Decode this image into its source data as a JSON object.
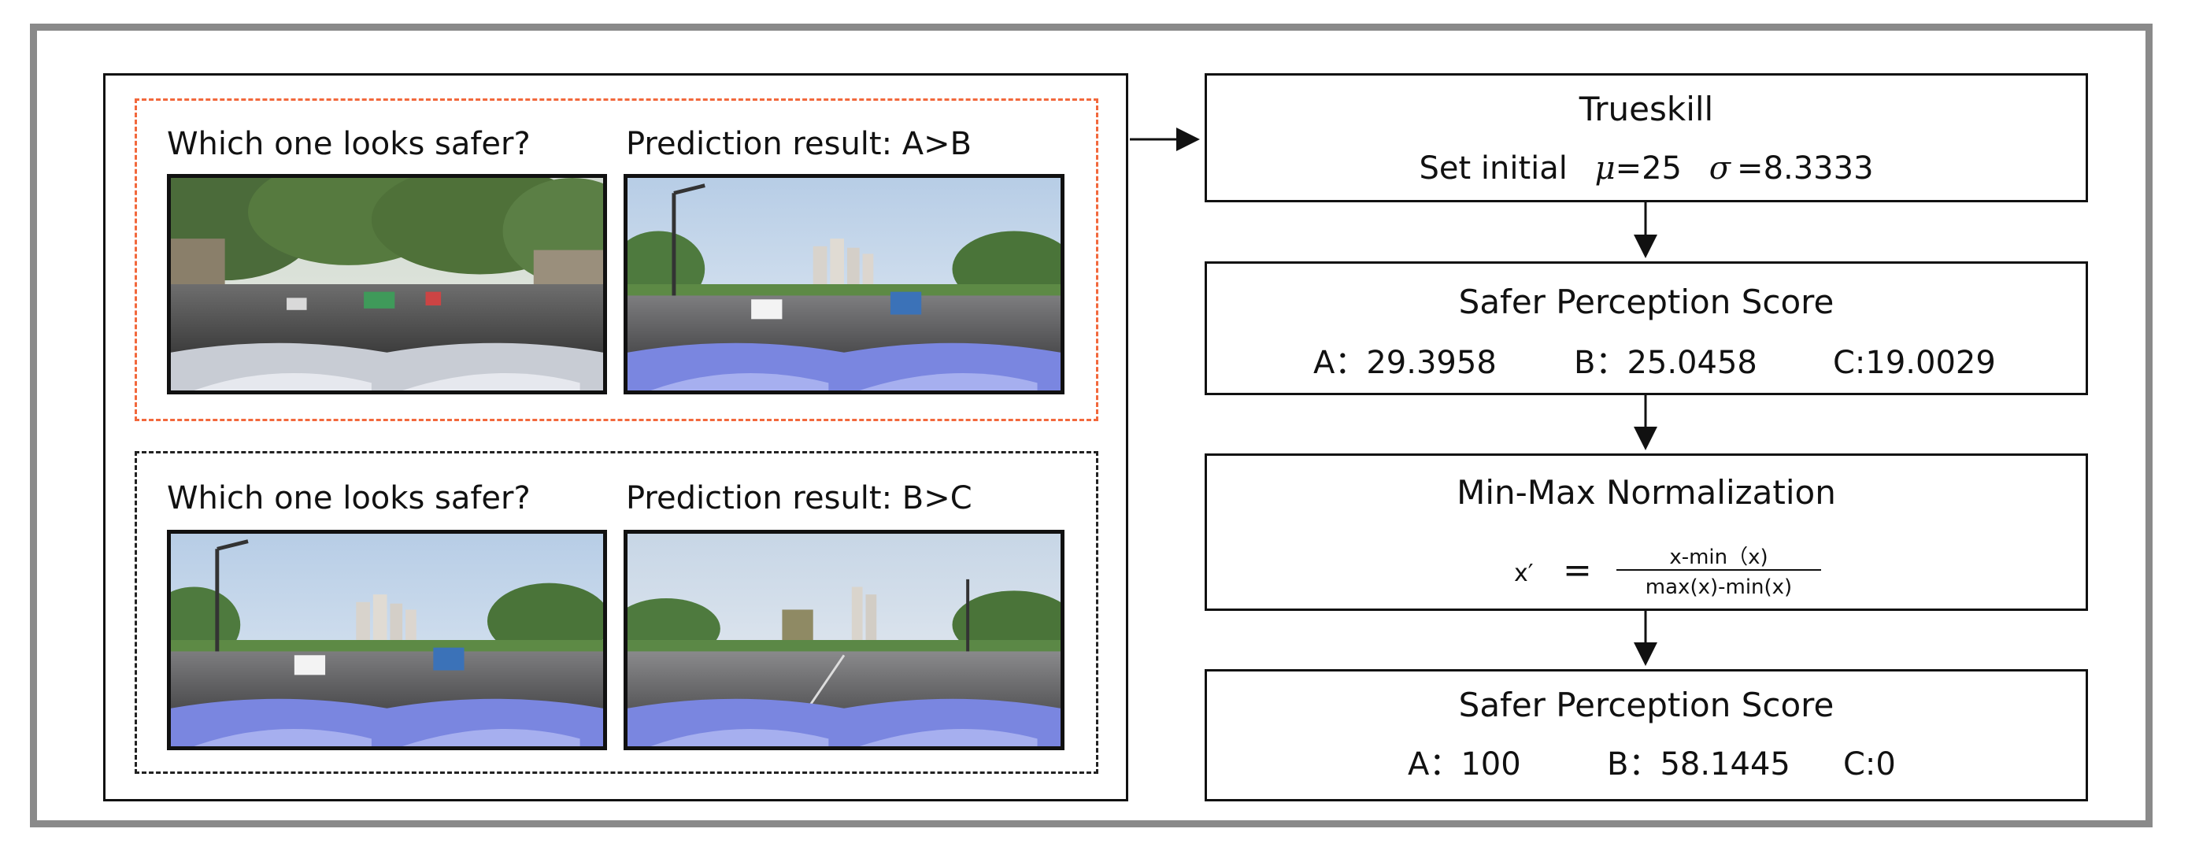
{
  "left_panel": {
    "pair_a": {
      "question": "Which one looks safer?",
      "result": "Prediction result: A>B",
      "image_left": "tree-lined street panorama",
      "image_right": "wide road with buildings panorama"
    },
    "pair_b": {
      "question": "Which one looks safer?",
      "result": "Prediction result: B>C",
      "image_left": "wide road with buildings panorama",
      "image_right": "open road panorama"
    }
  },
  "steps": [
    {
      "title": "Trueskill",
      "line_prefix": "Set initial",
      "mu_symbol": "μ",
      "mu_value": "=25",
      "sigma_symbol": "σ",
      "sigma_value": "=8.3333"
    },
    {
      "title": "Safer Perception Score",
      "scores": [
        "A：29.3958",
        "B：25.0458",
        "C:19.0029"
      ]
    },
    {
      "title": "Min-Max Normalization",
      "formula_lhs": "x′",
      "formula_eq": "=",
      "formula_num": "x-min（x)",
      "formula_den": "max(x)-min(x)"
    },
    {
      "title": "Safer Perception Score",
      "scores": [
        "A：100",
        "B：58.1445",
        "C:0"
      ]
    }
  ],
  "colors": {
    "frame": "#8a8a8a",
    "red_dash": "#f2683c",
    "ink": "#111111"
  }
}
